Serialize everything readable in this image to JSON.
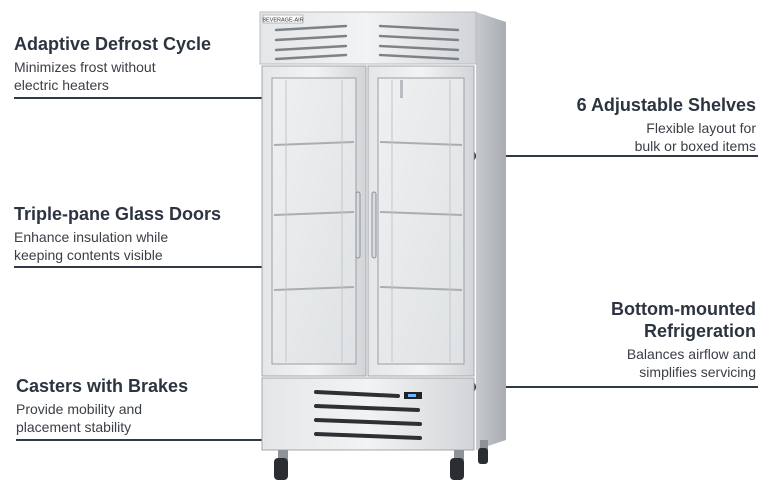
{
  "brand": "BEVERAGE-AIR",
  "features": [
    {
      "title": "Adaptive Defrost Cycle",
      "line1": "Minimizes frost without",
      "line2": "electric heaters"
    },
    {
      "title": "Triple-pane Glass Doors",
      "line1": "Enhance insulation while",
      "line2": "keeping contents visible"
    },
    {
      "title": "Casters with Brakes",
      "line1": "Provide mobility and",
      "line2": "placement stability"
    },
    {
      "title": "6 Adjustable Shelves",
      "line1": "Flexible layout for",
      "line2": "bulk or boxed items"
    },
    {
      "title1": "Bottom-mounted",
      "title2": "Refrigeration",
      "line1": "Balances airflow and",
      "line2": "simplifies servicing"
    }
  ],
  "colors": {
    "text": "#2b3440",
    "line": "#2f3a46",
    "steel": "#c9ccd0"
  }
}
